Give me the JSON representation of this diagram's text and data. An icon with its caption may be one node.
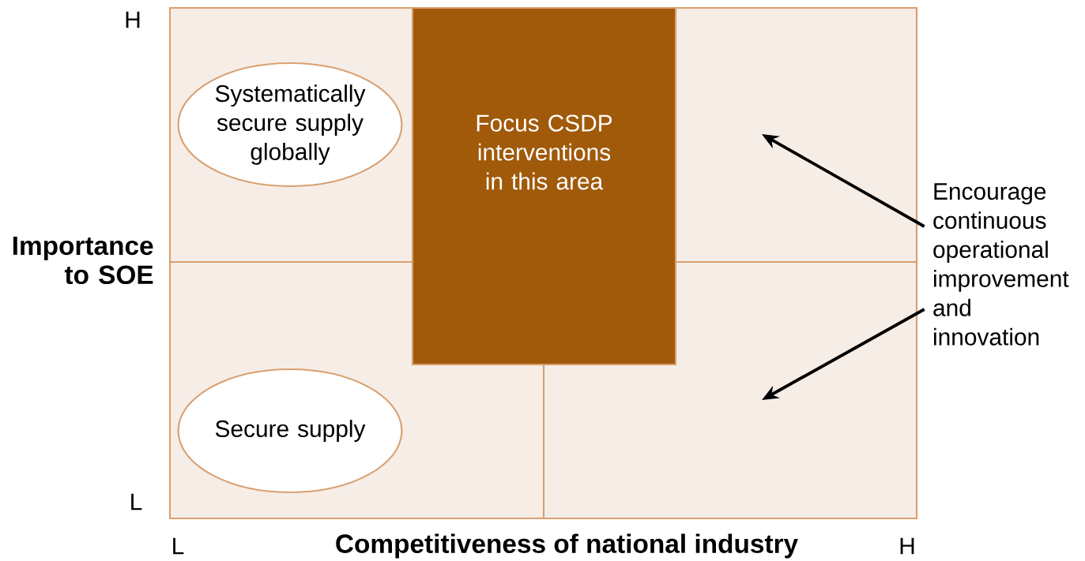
{
  "diagram": {
    "nodes": [
      {
        "text": [
          "Systematically secure supply globally"
        ]
      },
      {
        "text": [
          "Focus CSDP interventions in this area"
        ]
      },
      {
        "text": [
          "Secure supply"
        ]
      },
      {
        "text": [
          "Encourage continuous operational improvement and innovation"
        ]
      },
      {
        "text": [],
        "shape": "box"
      },
      {
        "text": [],
        "shape": "box"
      }
    ],
    "edges": [
      {
        "from": 3,
        "to": 4,
        "arrow": "to"
      },
      {
        "from": 3,
        "to": 5,
        "arrow": "to"
      }
    ],
    "labels": [
      "H",
      "Importance to SOE",
      "L",
      "L",
      "Competitiveness of national industry",
      "H"
    ]
  }
}
